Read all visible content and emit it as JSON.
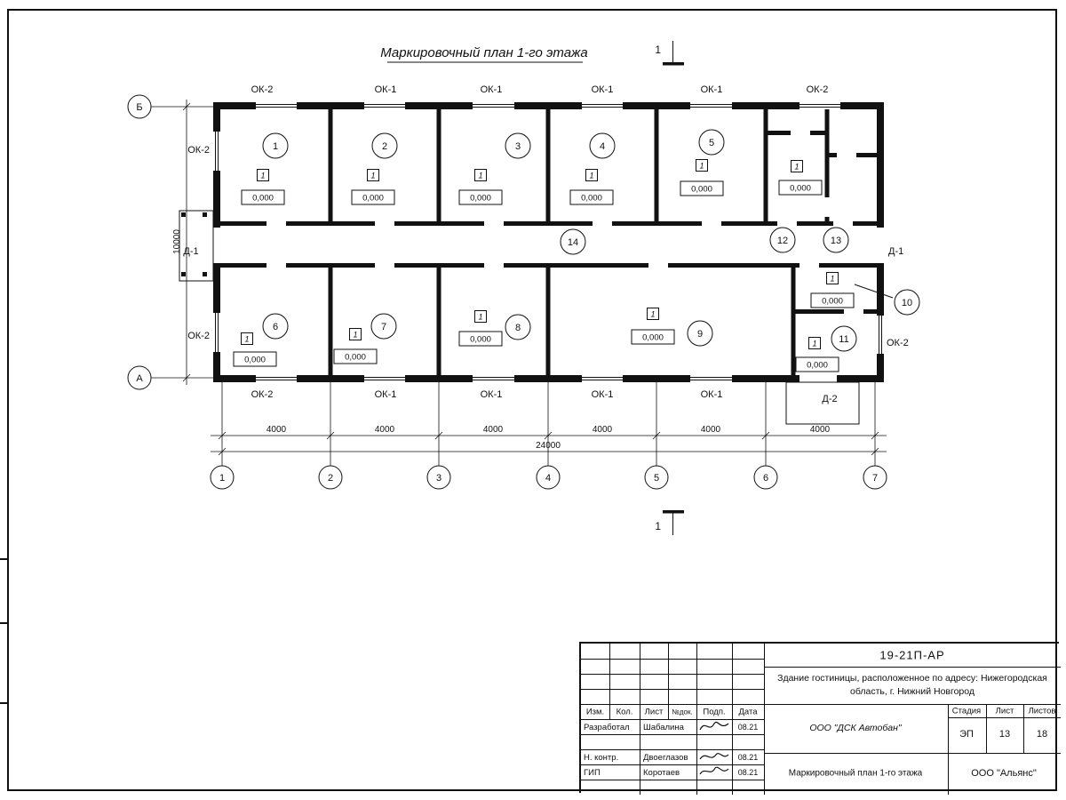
{
  "sheet": {
    "plan_title": "Маркировочный план 1-го этажа",
    "section_mark": "1"
  },
  "plan": {
    "rooms": [
      "1",
      "2",
      "3",
      "4",
      "5",
      "6",
      "7",
      "8",
      "9",
      "10",
      "11",
      "12",
      "13",
      "14"
    ],
    "elev_flag": "1",
    "elev_value": "0,000",
    "windows_top": [
      "ОК-2",
      "ОК-1",
      "ОК-1",
      "ОК-1",
      "ОК-1",
      "ОК-2"
    ],
    "windows_bottom": [
      "ОК-2",
      "ОК-1",
      "ОК-1",
      "ОК-1",
      "ОК-1"
    ],
    "window_left_top": "ОК-2",
    "window_left_bottom": "ОК-2",
    "window_right": "ОК-2",
    "door_left": "Д-1",
    "door_right": "Д-1",
    "door_bottom": "Д-2",
    "dim_bay": "4000",
    "dim_total": "24000",
    "dim_height": "10000",
    "axes_bottom": [
      "1",
      "2",
      "3",
      "4",
      "5",
      "6",
      "7"
    ],
    "axis_left_top": "Б",
    "axis_left_bottom": "А"
  },
  "titleblock": {
    "doc_number": "19-21П-АР",
    "project_name_line1": "Здание гостиницы, расположенное по адресу: Нижегородская",
    "project_name_line2": "область, г. Нижний Новгород",
    "cols": {
      "izm": "Изм.",
      "kol": "Кол.",
      "list": "Лист",
      "doc": "№док.",
      "sign": "Подп.",
      "date": "Дата"
    },
    "rows": [
      {
        "role": "Разработал",
        "name": "Шабалина",
        "date": "08.21"
      },
      {
        "role": "Н. контр.",
        "name": "Двоеглазов",
        "date": "08.21"
      },
      {
        "role": "ГИП",
        "name": "Коротаев",
        "date": "08.21"
      }
    ],
    "contractor": "ООО \"ДСК Автобан\"",
    "stage_label": "Стадия",
    "sheet_label": "Лист",
    "sheets_label": "Листов",
    "stage": "ЭП",
    "sheet_num": "13",
    "sheets_total": "18",
    "drawing_title": "Маркировочный план 1-го этажа",
    "org": "ООО \"Альянс\""
  }
}
